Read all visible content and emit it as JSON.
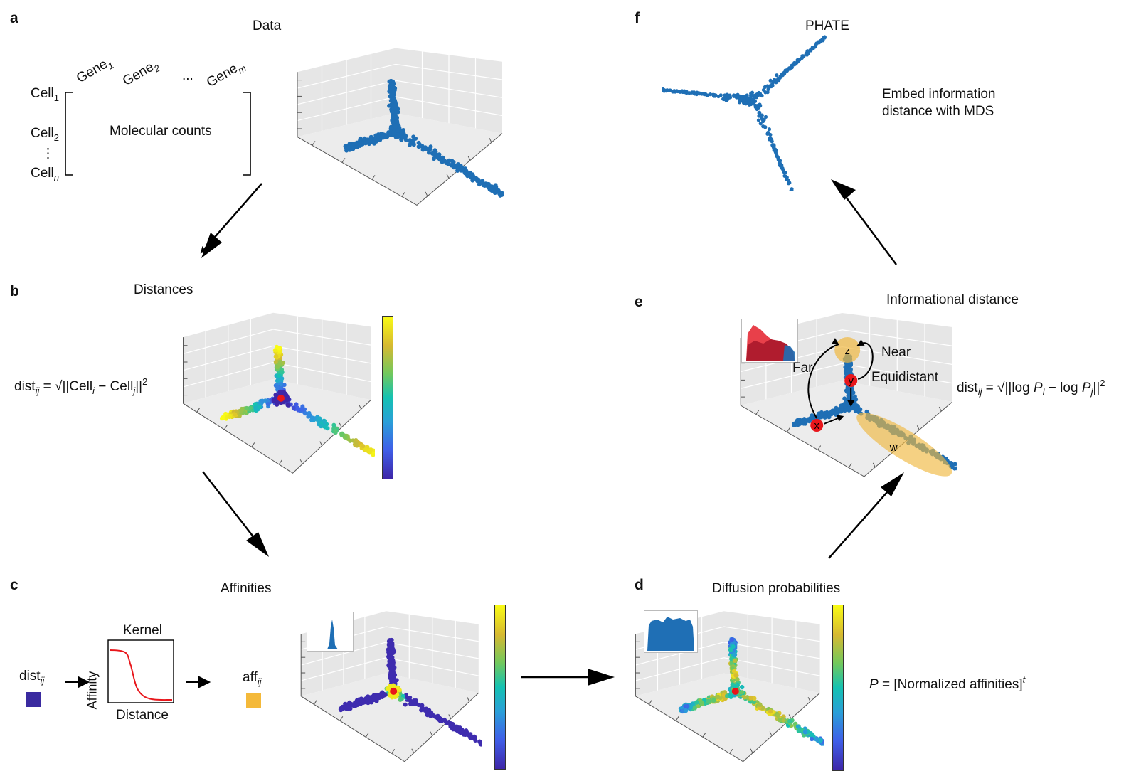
{
  "panels": {
    "a": {
      "letter": "a",
      "title": "Data",
      "molecular": "Molecular counts",
      "gene_prefix": "Gene",
      "gene_subs": [
        "1",
        "2",
        "m"
      ],
      "ellipsis": "...",
      "cell_prefix": "Cell",
      "cell_subs": [
        "1",
        "2",
        "n"
      ],
      "vdots": "⋮"
    },
    "b": {
      "letter": "b",
      "title": "Distances",
      "formula_lhs": "dist",
      "formula_sub": "ij",
      "formula_rhs": "= √||Cell",
      "formula_i": "i",
      "formula_mid": " − Cell",
      "formula_j": "j",
      "formula_end": "||",
      "formula_sq": "2"
    },
    "c": {
      "letter": "c",
      "title": "Affinities",
      "dist": "dist",
      "dist_sub": "ij",
      "kernel": "Kernel",
      "affinity": "Affinity",
      "distance": "Distance",
      "aff": "aff",
      "aff_sub": "ij",
      "color_low": "#3a2aa0",
      "color_high": "#f4b93a"
    },
    "d": {
      "letter": "d",
      "title": "Diffusion probabilities",
      "formula_p": "P",
      "formula_rest": " = [Normalized affinities]",
      "formula_t": "t"
    },
    "e": {
      "letter": "e",
      "title": "Informational distance",
      "far": "Far",
      "near": "Near",
      "equidistant": "Equidistant",
      "x": "x",
      "y": "y",
      "z": "z",
      "w": "w",
      "formula_lhs": "dist",
      "formula_sub": "ij",
      "formula_a": "= √||log ",
      "formula_pi": "P",
      "formula_i": "i",
      "formula_b": " − log ",
      "formula_pj": "P",
      "formula_j": "j",
      "formula_end": "||",
      "formula_sq": "2"
    },
    "f": {
      "letter": "f",
      "title": "PHATE",
      "desc_1": "Embed information",
      "desc_2": "distance with MDS"
    }
  },
  "colors": {
    "point_blue": "#1f6fb5",
    "marker_red": "#e8161b",
    "highlight": "#f0b840",
    "inset_red": "#e8404a",
    "inset_darkred": "#b01c2e",
    "inset_blue": "#1f6fb5"
  },
  "icons": {
    "arrow": "arrow-icon"
  }
}
